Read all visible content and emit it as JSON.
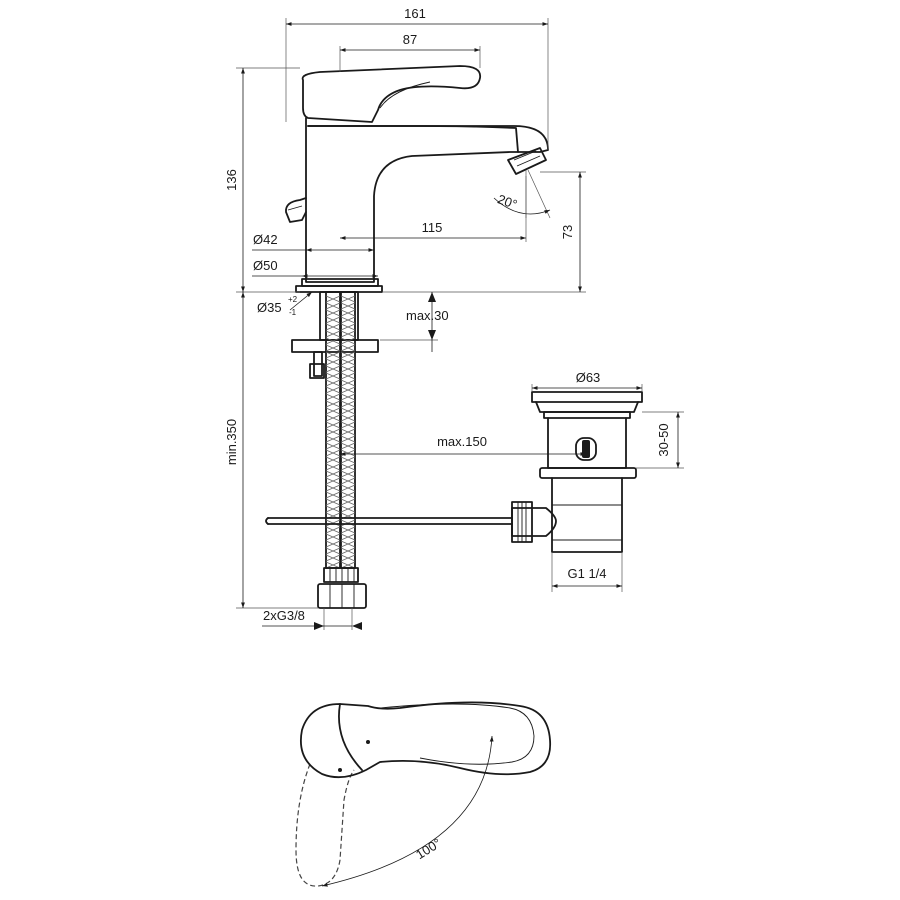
{
  "dimensions": {
    "width_overall": "161",
    "width_lever": "87",
    "height_overall": "136",
    "spout_reach": "115",
    "spout_height": "73",
    "spout_angle": "20°",
    "dia_body": "Ø42",
    "dia_base": "Ø50",
    "dia_hole": "Ø35",
    "dia_hole_tol_upper": "+2",
    "dia_hole_tol_lower": "-1",
    "max_thickness": "max.30",
    "min_length": "min.350",
    "max_150": "max.150",
    "waste_dia": "Ø63",
    "waste_range": "30-50",
    "waste_thread": "G1 1/4",
    "hose_thread": "2xG3/8",
    "lever_rotation": "100°"
  }
}
